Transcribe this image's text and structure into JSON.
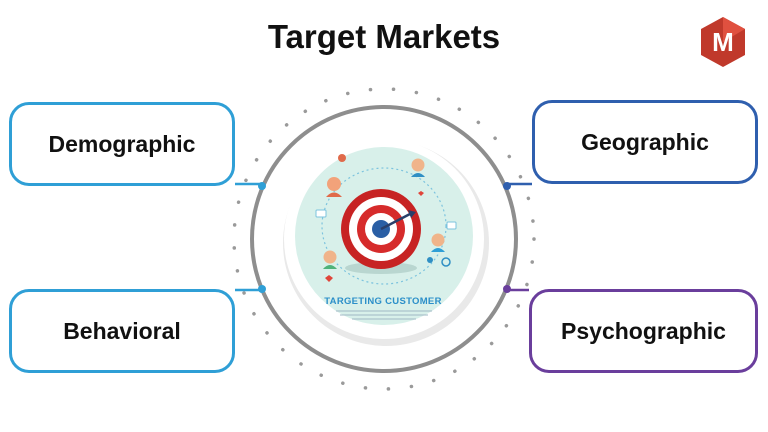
{
  "title": "Target Markets",
  "logo": {
    "letter": "M",
    "icon": "brand-logo-icon",
    "color": "#c0392b"
  },
  "segments": {
    "demographic": "Demographic",
    "geographic": "Geographic",
    "behavioral": "Behavioral",
    "psychographic": "Psychographic"
  },
  "center_image": {
    "caption": "TARGETING CUSTOMER",
    "icon": "target-icon"
  },
  "colors": {
    "left_boxes": "#2f9fd6",
    "geographic": "#2f5fae",
    "psychographic": "#6a3e9c",
    "ring": "#8e8e8e",
    "center_bg": "#d8f0ea",
    "target_red": "#d62b2b"
  }
}
